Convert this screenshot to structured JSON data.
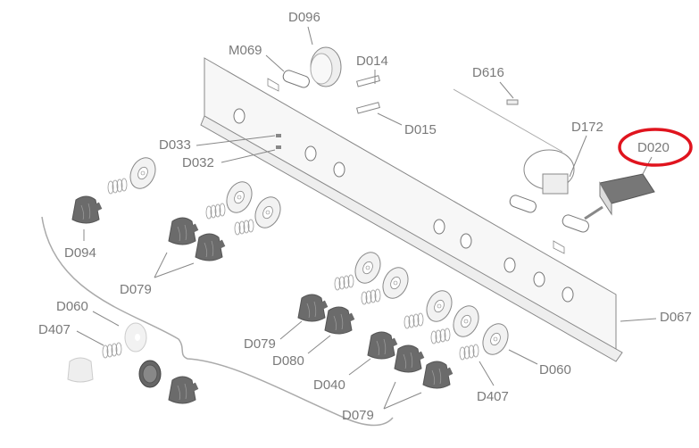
{
  "diagram": {
    "title": "Control panel exploded parts diagram",
    "highlight_color": "#e0141e",
    "label_color": "#7a7a7a",
    "knob_color": "#6b6b6b",
    "highlighted_part": "D020",
    "labels": {
      "d096": "D096",
      "m069": "M069",
      "d014": "D014",
      "d015": "D015",
      "d616": "D616",
      "d172": "D172",
      "d020": "D020",
      "d033": "D033",
      "d032": "D032",
      "d094": "D094",
      "d079_a": "D079",
      "d060_a": "D060",
      "d407_a": "D407",
      "d079_b": "D079",
      "d080": "D080",
      "d040": "D040",
      "d079_c": "D079",
      "d407_b": "D407",
      "d060_b": "D060",
      "d067": "D067"
    }
  }
}
